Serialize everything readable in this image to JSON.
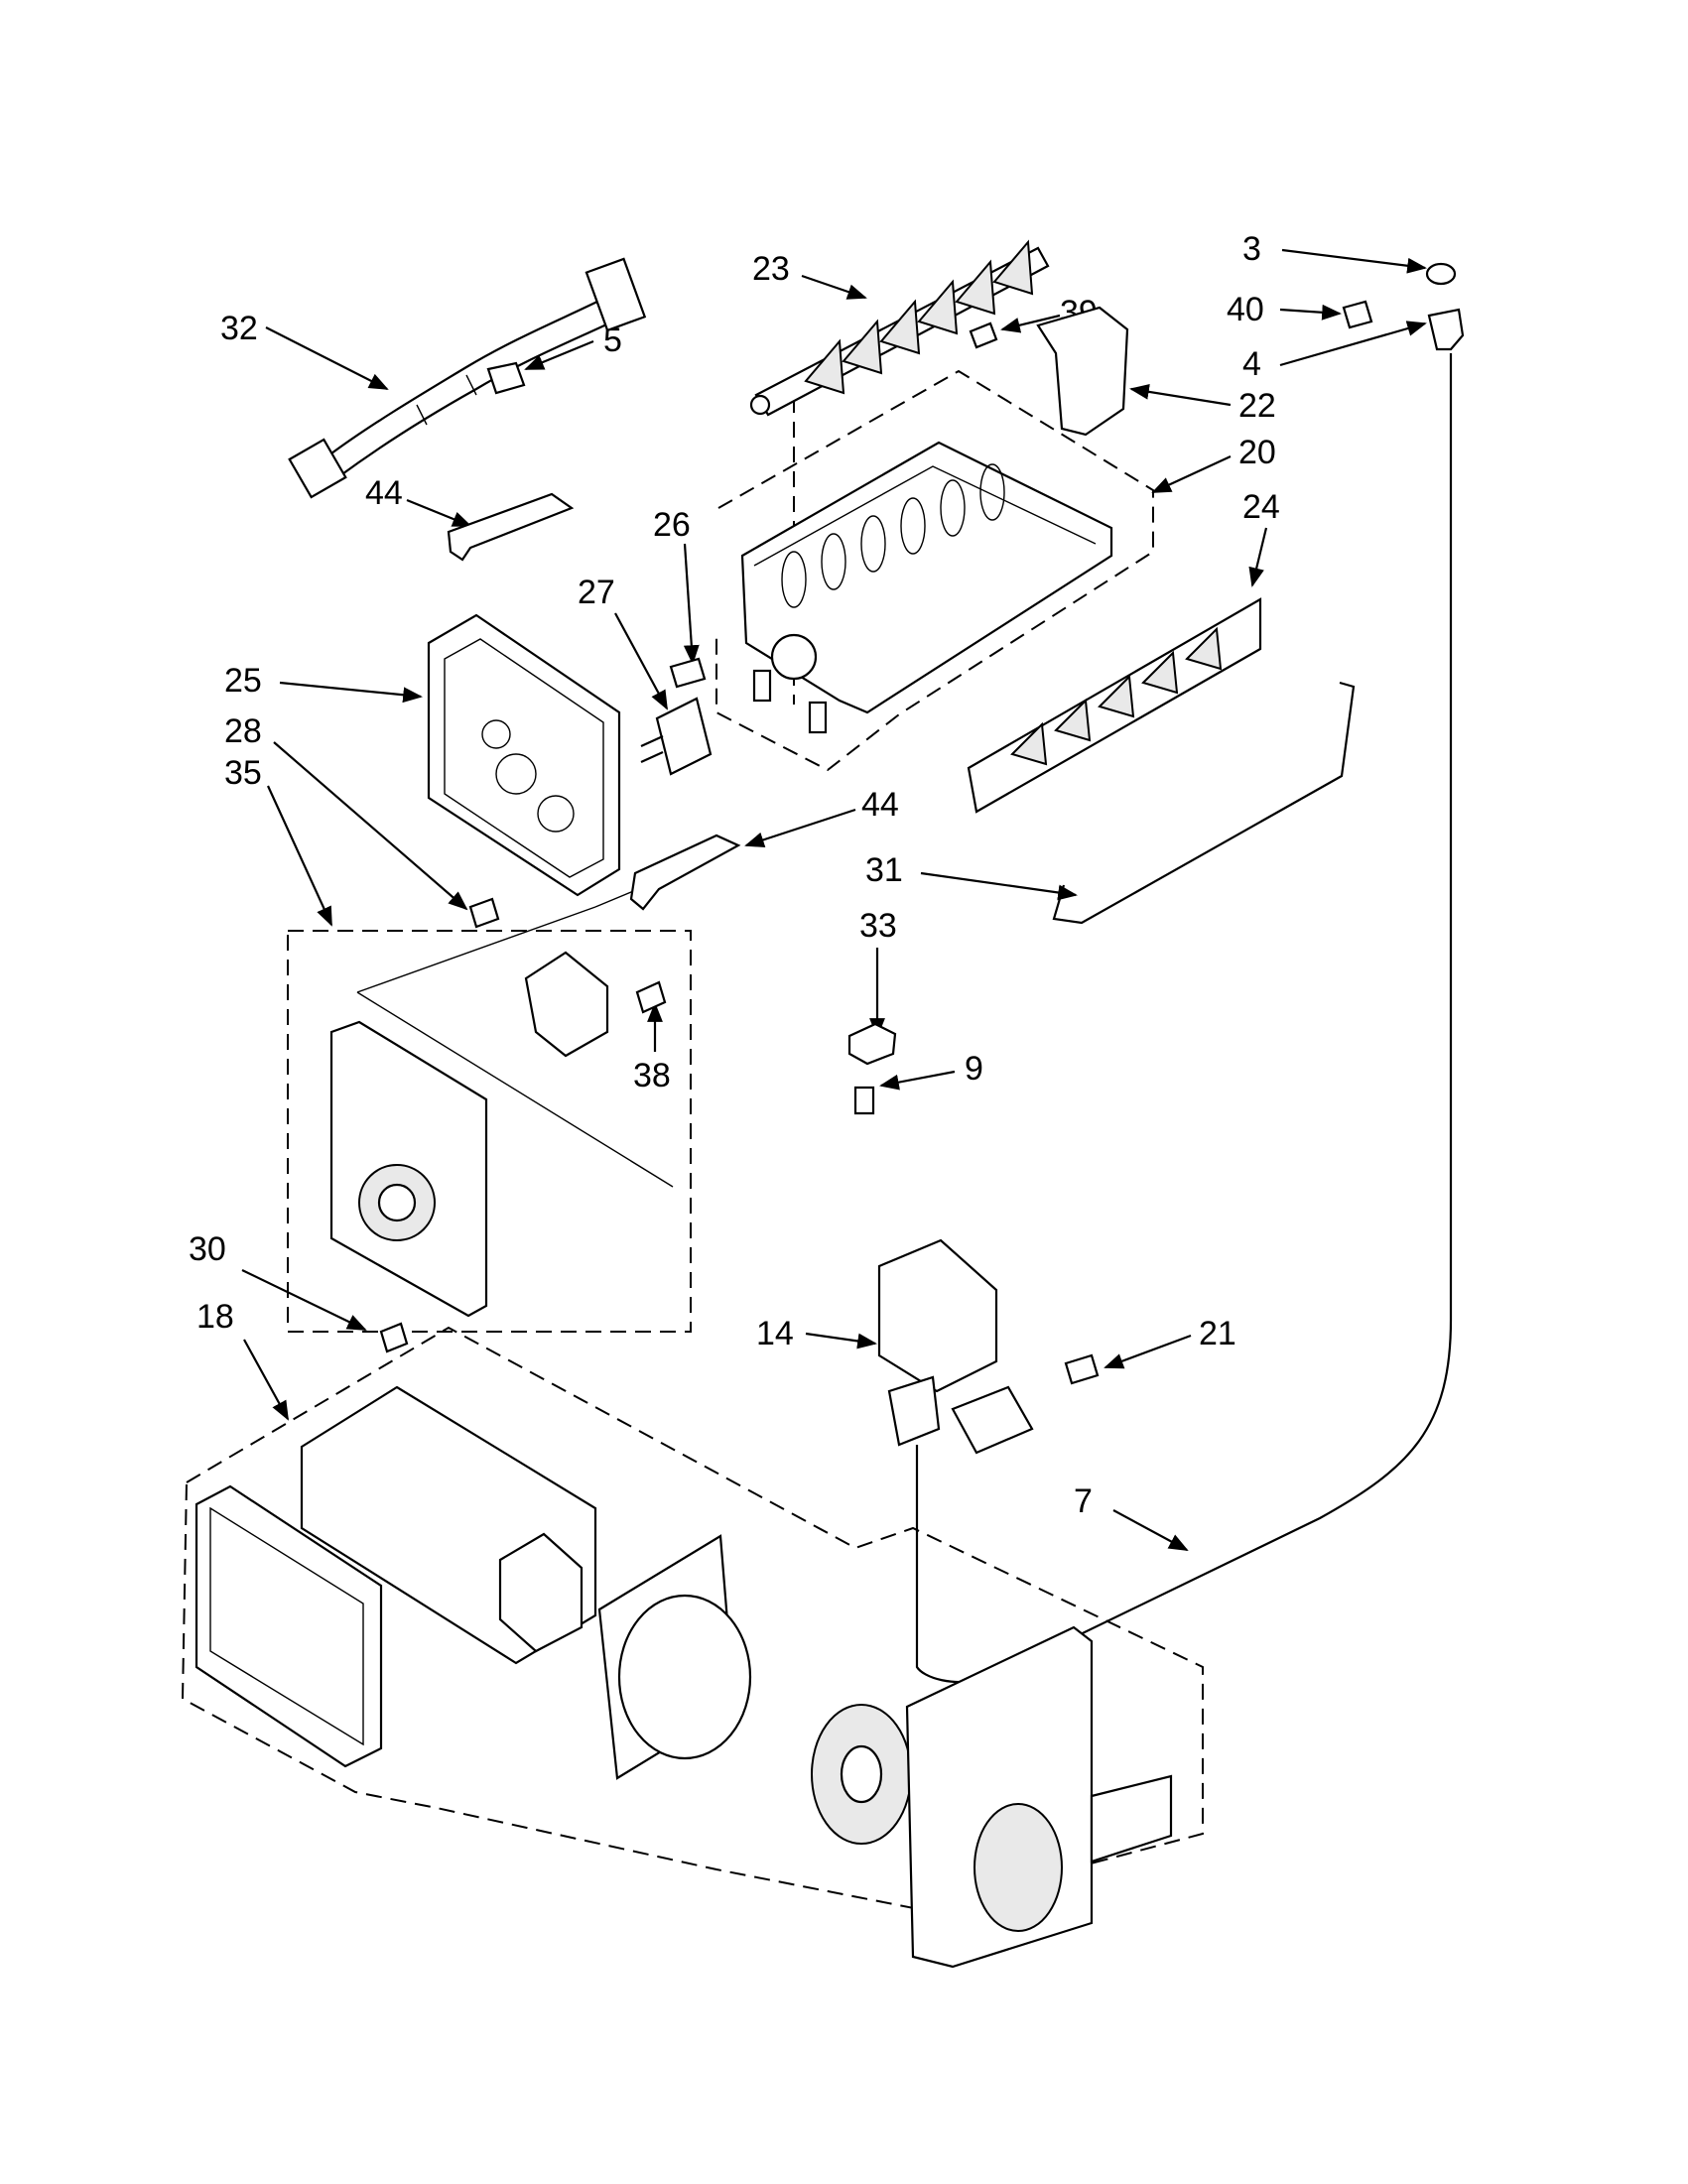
{
  "labels": [
    {
      "id": "3",
      "text": "3"
    },
    {
      "id": "40",
      "text": "40"
    },
    {
      "id": "4",
      "text": "4"
    },
    {
      "id": "23",
      "text": "23"
    },
    {
      "id": "39",
      "text": "39"
    },
    {
      "id": "22",
      "text": "22"
    },
    {
      "id": "20",
      "text": "20"
    },
    {
      "id": "24",
      "text": "24"
    },
    {
      "id": "32",
      "text": "32"
    },
    {
      "id": "5",
      "text": "5"
    },
    {
      "id": "44a",
      "text": "44"
    },
    {
      "id": "26",
      "text": "26"
    },
    {
      "id": "27",
      "text": "27"
    },
    {
      "id": "25",
      "text": "25"
    },
    {
      "id": "28",
      "text": "28"
    },
    {
      "id": "35",
      "text": "35"
    },
    {
      "id": "44b",
      "text": "44"
    },
    {
      "id": "31",
      "text": "31"
    },
    {
      "id": "33",
      "text": "33"
    },
    {
      "id": "9",
      "text": "9"
    },
    {
      "id": "38",
      "text": "38"
    },
    {
      "id": "30",
      "text": "30"
    },
    {
      "id": "18",
      "text": "18"
    },
    {
      "id": "14",
      "text": "14"
    },
    {
      "id": "21",
      "text": "21"
    },
    {
      "id": "7",
      "text": "7"
    }
  ]
}
